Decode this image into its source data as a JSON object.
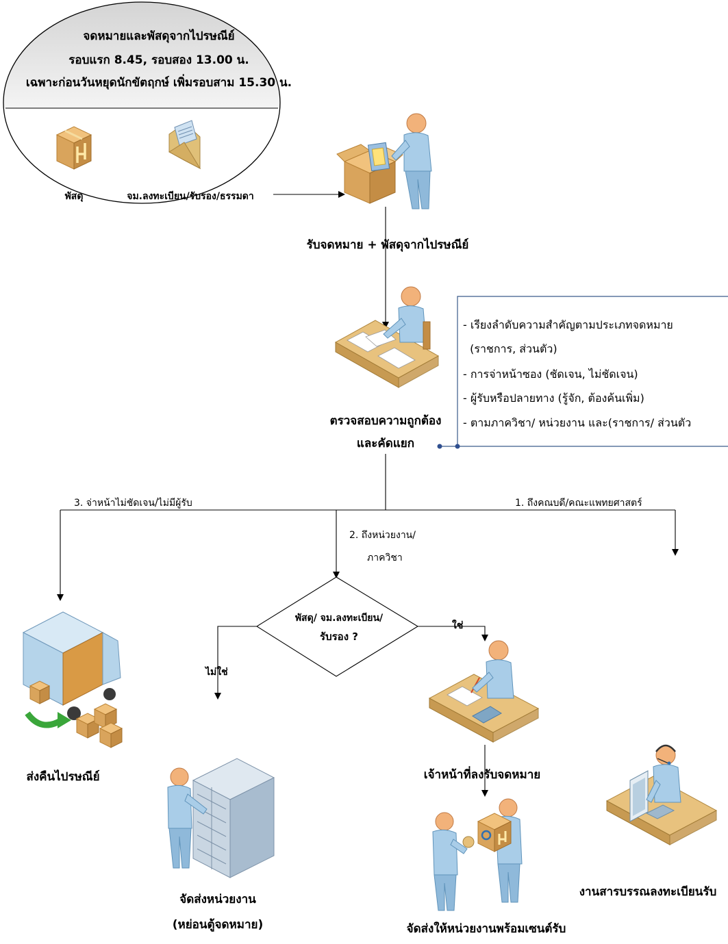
{
  "top_circle": {
    "line1": "จดหมายและพัสดุจากไปรษณีย์",
    "line2": "รอบแรก  8.45, รอบสอง 13.00 น.",
    "line3": "เฉพาะก่อนวันหยุดนักขัตฤกษ์ เพิ่มรอบสาม 15.30 น.",
    "label_parcel": "พัสดุ",
    "label_mail": "จม.ลงทะเบียน/รับรอง/ธรรมดา"
  },
  "receive": {
    "label": "รับจดหมาย + พัสดุจากไปรษณีย์"
  },
  "check": {
    "line1": "ตรวจสอบความถูกต้อง",
    "line2": "และคัดแยก"
  },
  "notes": [
    "- เรียงลำดับความสำคัญตามประเภทจดหมาย",
    "  (ราชการ, ส่วนตัว)",
    "- การจ่าหน้าซอง (ชัดเจน, ไม่ชัดเจน)",
    "- ผู้รับหรือปลายทาง (รู้จัก, ต้องค้นเพิ่ม)",
    "- ตามภาควิชา/ หน่วยงาน และ(ราชการ/ ส่วนตัว"
  ],
  "branches": {
    "b1": "1. ถึงคณบดี/คณะแพทยศาสตร์",
    "b2_line1": "2. ถึงหน่วยงาน/",
    "b2_line2": "ภาควิชา",
    "b3": "3. จ่าหน้าไม่ชัดเจน/ไม่มีผู้รับ"
  },
  "decision": {
    "line1": "พัสดุ/ จม.ลงทะเบียน/",
    "line2": "รับรอง ?",
    "yes": "ใช่",
    "no": "ไม่ใช่"
  },
  "outcomes": {
    "return_post": "ส่งคืนไปรษณีย์",
    "mailbox_line1": "จัดส่งหน่วยงาน",
    "mailbox_line2": "(หย่อนตู้จดหมาย)",
    "officer": "เจ้าหน้าที่ลงรับจดหมาย",
    "deliver_sign": "จัดส่งให้หน่วยงานพร้อมเซนต์รับ",
    "registry": "งานสารบรรณลงทะเบียนรับ"
  },
  "colors": {
    "line": "#000000",
    "note_border": "#3a5a8a",
    "note_dot": "#2f4f8f",
    "circle_top": "#e4e4e4",
    "skin": "#f2b27a",
    "shirt": "#a9cde8",
    "desk": "#e8c27e",
    "box": "#d9a45c",
    "truck": "#b5d4ea",
    "arrow_green": "#3aa63a"
  }
}
